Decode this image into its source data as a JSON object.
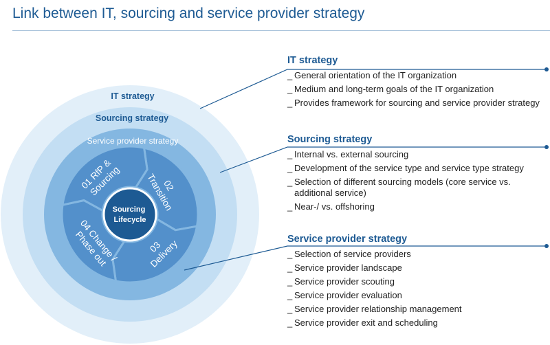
{
  "title": "Link between IT, sourcing and service provider strategy",
  "colors": {
    "ring_outer": "#e2eff9",
    "ring_middle": "#c3def3",
    "ring_inner": "#84b7e1",
    "segments": "#5390cb",
    "center": "#1d5a93",
    "accent": "#1d5a93"
  },
  "diagram": {
    "rings": [
      {
        "label": "IT strategy"
      },
      {
        "label": "Sourcing strategy"
      },
      {
        "label": "Service provider strategy"
      }
    ],
    "segments": [
      {
        "lines": [
          "01 RfP &",
          "Sourcing"
        ]
      },
      {
        "lines": [
          "02",
          "Transition"
        ]
      },
      {
        "lines": [
          "03",
          "Delivery"
        ]
      },
      {
        "lines": [
          "04 Change /",
          "Phase out"
        ]
      }
    ],
    "center": {
      "lines": [
        "Sourcing",
        "Lifecycle"
      ]
    }
  },
  "sections": [
    {
      "title": "IT strategy",
      "items": [
        "General orientation of the IT organization",
        "Medium and long-term goals of the IT organization",
        "Provides framework for sourcing and service provider strategy"
      ]
    },
    {
      "title": "Sourcing strategy",
      "items": [
        "Internal vs. external sourcing",
        "Development of the service type and service type strategy",
        "Selection of different sourcing models (core service vs. additional service)",
        "Near-/ vs. offshoring"
      ]
    },
    {
      "title": "Service provider strategy",
      "items": [
        "Selection of service providers",
        "Service provider landscape",
        "Service provider scouting",
        "Service provider evaluation",
        "Service provider relationship management",
        "Service provider exit and scheduling"
      ]
    }
  ]
}
